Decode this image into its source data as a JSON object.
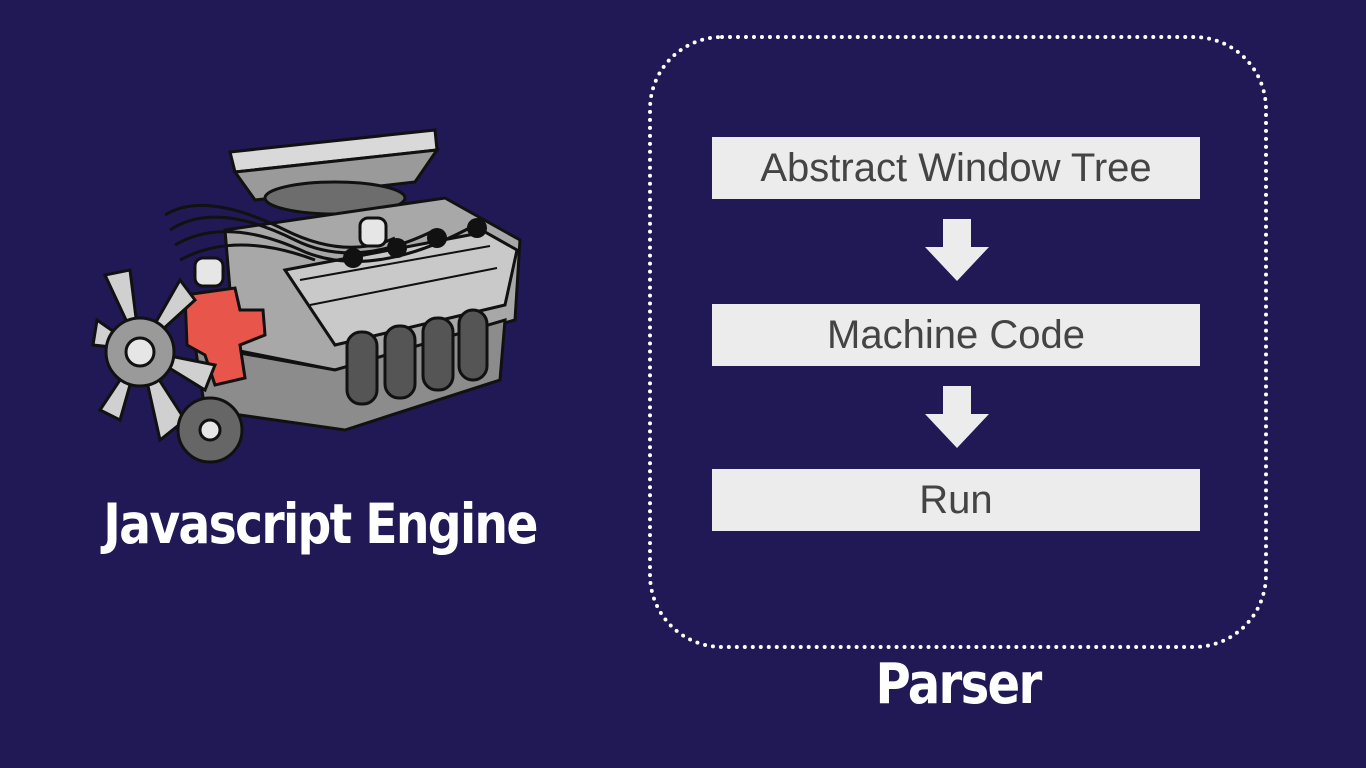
{
  "engine": {
    "title": "Javascript Engine",
    "icon": "car-engine-icon"
  },
  "parser": {
    "title": "Parser",
    "steps": [
      {
        "label": "Abstract Window Tree"
      },
      {
        "label": "Machine Code"
      },
      {
        "label": "Run"
      }
    ]
  },
  "colors": {
    "background": "#201955",
    "box_fill": "#ececec",
    "box_text": "#444444",
    "arrow": "#ececec",
    "frame": "#ffffff",
    "engine_highlight": "#e8554a"
  }
}
